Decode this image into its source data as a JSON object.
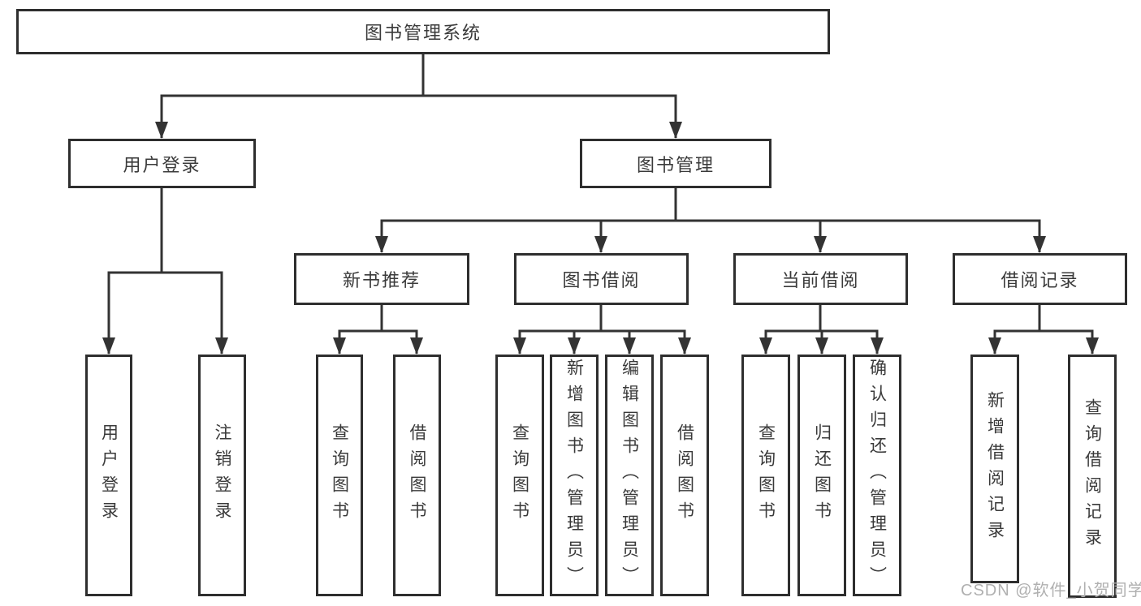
{
  "tree": {
    "root": {
      "label": "图书管理系统",
      "children": [
        {
          "label": "用户登录",
          "children": [
            {
              "label": "用户登录"
            },
            {
              "label": "注销登录"
            }
          ]
        },
        {
          "label": "图书管理",
          "children": [
            {
              "label": "新书推荐",
              "children": [
                {
                  "label": "查询图书"
                },
                {
                  "label": "借阅图书"
                }
              ]
            },
            {
              "label": "图书借阅",
              "children": [
                {
                  "label": "查询图书"
                },
                {
                  "label": "新增图书（管理员）"
                },
                {
                  "label": "编辑图书（管理员）"
                },
                {
                  "label": "借阅图书"
                }
              ]
            },
            {
              "label": "当前借阅",
              "children": [
                {
                  "label": "查询图书"
                },
                {
                  "label": "归还图书"
                },
                {
                  "label": "确认归还（管理员）"
                }
              ]
            },
            {
              "label": "借阅记录",
              "children": [
                {
                  "label": "新增借阅记录"
                },
                {
                  "label": "查询借阅记录"
                }
              ]
            }
          ]
        }
      ]
    }
  },
  "watermark": {
    "text": "CSDN @软件_小贺同学"
  },
  "colors": {
    "line": "#333333",
    "box_border": "#2e2e2e",
    "text": "#3a3a3a",
    "watermark": "#b0b0b0",
    "background": "#ffffff"
  }
}
